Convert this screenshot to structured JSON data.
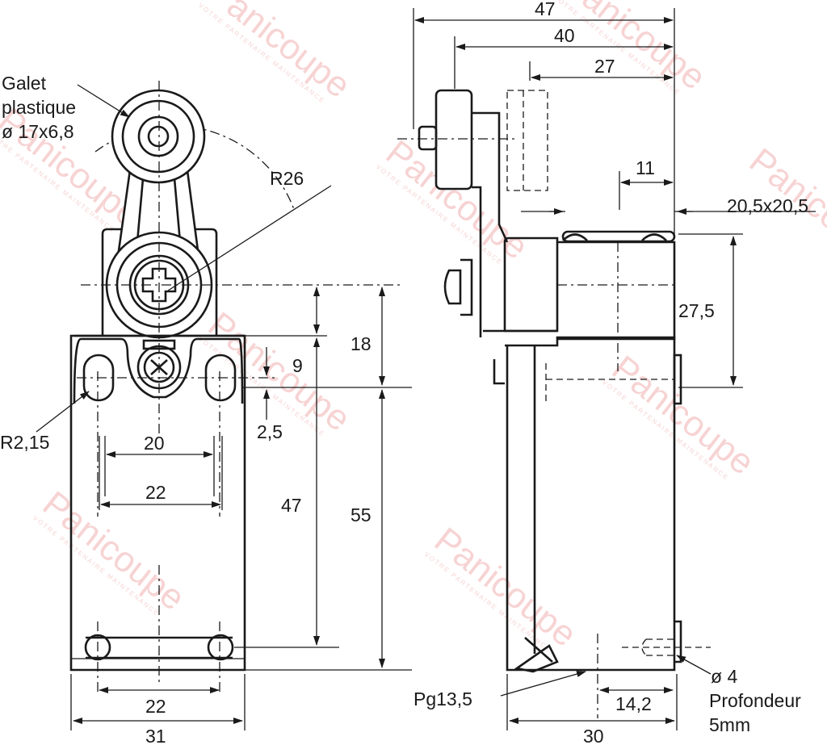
{
  "labels": {
    "roller_l1": "Galet",
    "roller_l2": "plastique",
    "roller_l3": "ø 17x6,8",
    "r26": "R26",
    "r215": "R2,15",
    "d18": "18",
    "d9": "9",
    "d25": "2,5",
    "d20": "20",
    "d22a": "22",
    "d47left": "47",
    "d55": "55",
    "d22b": "22",
    "d31": "31",
    "top47": "47",
    "top40": "40",
    "top27": "27",
    "d11": "11",
    "d205": "20,5x20,5",
    "d275": "27,5",
    "pg": "Pg13,5",
    "d142": "14,2",
    "d30": "30",
    "hole_l1": "ø 4",
    "hole_l2": "Profondeur",
    "hole_l3": "5mm"
  },
  "watermark": {
    "brand": "Panicoupe",
    "tagline": "VOTRE PARTENAIRE MAINTENANCE"
  }
}
